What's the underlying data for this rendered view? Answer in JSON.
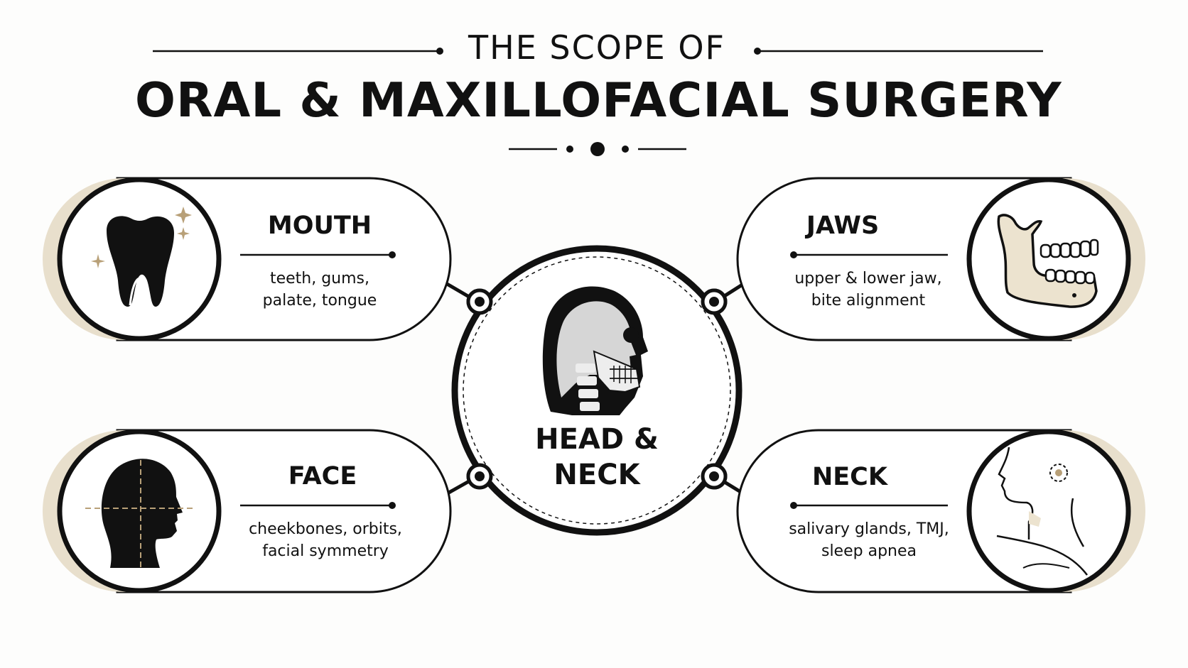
{
  "header": {
    "kicker": "THE SCOPE OF",
    "title": "ORAL & MAXILLOFACIAL SURGERY"
  },
  "center": {
    "line1": "HEAD &",
    "line2": "NECK"
  },
  "cards": {
    "mouth": {
      "title": "MOUTH",
      "line1": "teeth, gums,",
      "line2": "palate, tongue",
      "icon": "tooth-icon"
    },
    "jaws": {
      "title": "JAWS",
      "line1": "upper & lower jaw,",
      "line2": "bite alignment",
      "icon": "jaw-icon"
    },
    "face": {
      "title": "FACE",
      "line1": "cheekbones, orbits,",
      "line2": "facial symmetry",
      "icon": "head-profile-icon"
    },
    "neck": {
      "title": "NECK",
      "line1": "salivary glands, TMJ,",
      "line2": "sleep apnea",
      "icon": "neck-icon"
    }
  },
  "colors": {
    "ink": "#111111",
    "accent": "#e8dfcc",
    "gold": "#b8a078",
    "bone": "#ece3cf",
    "skull": "#d6d6d6"
  }
}
